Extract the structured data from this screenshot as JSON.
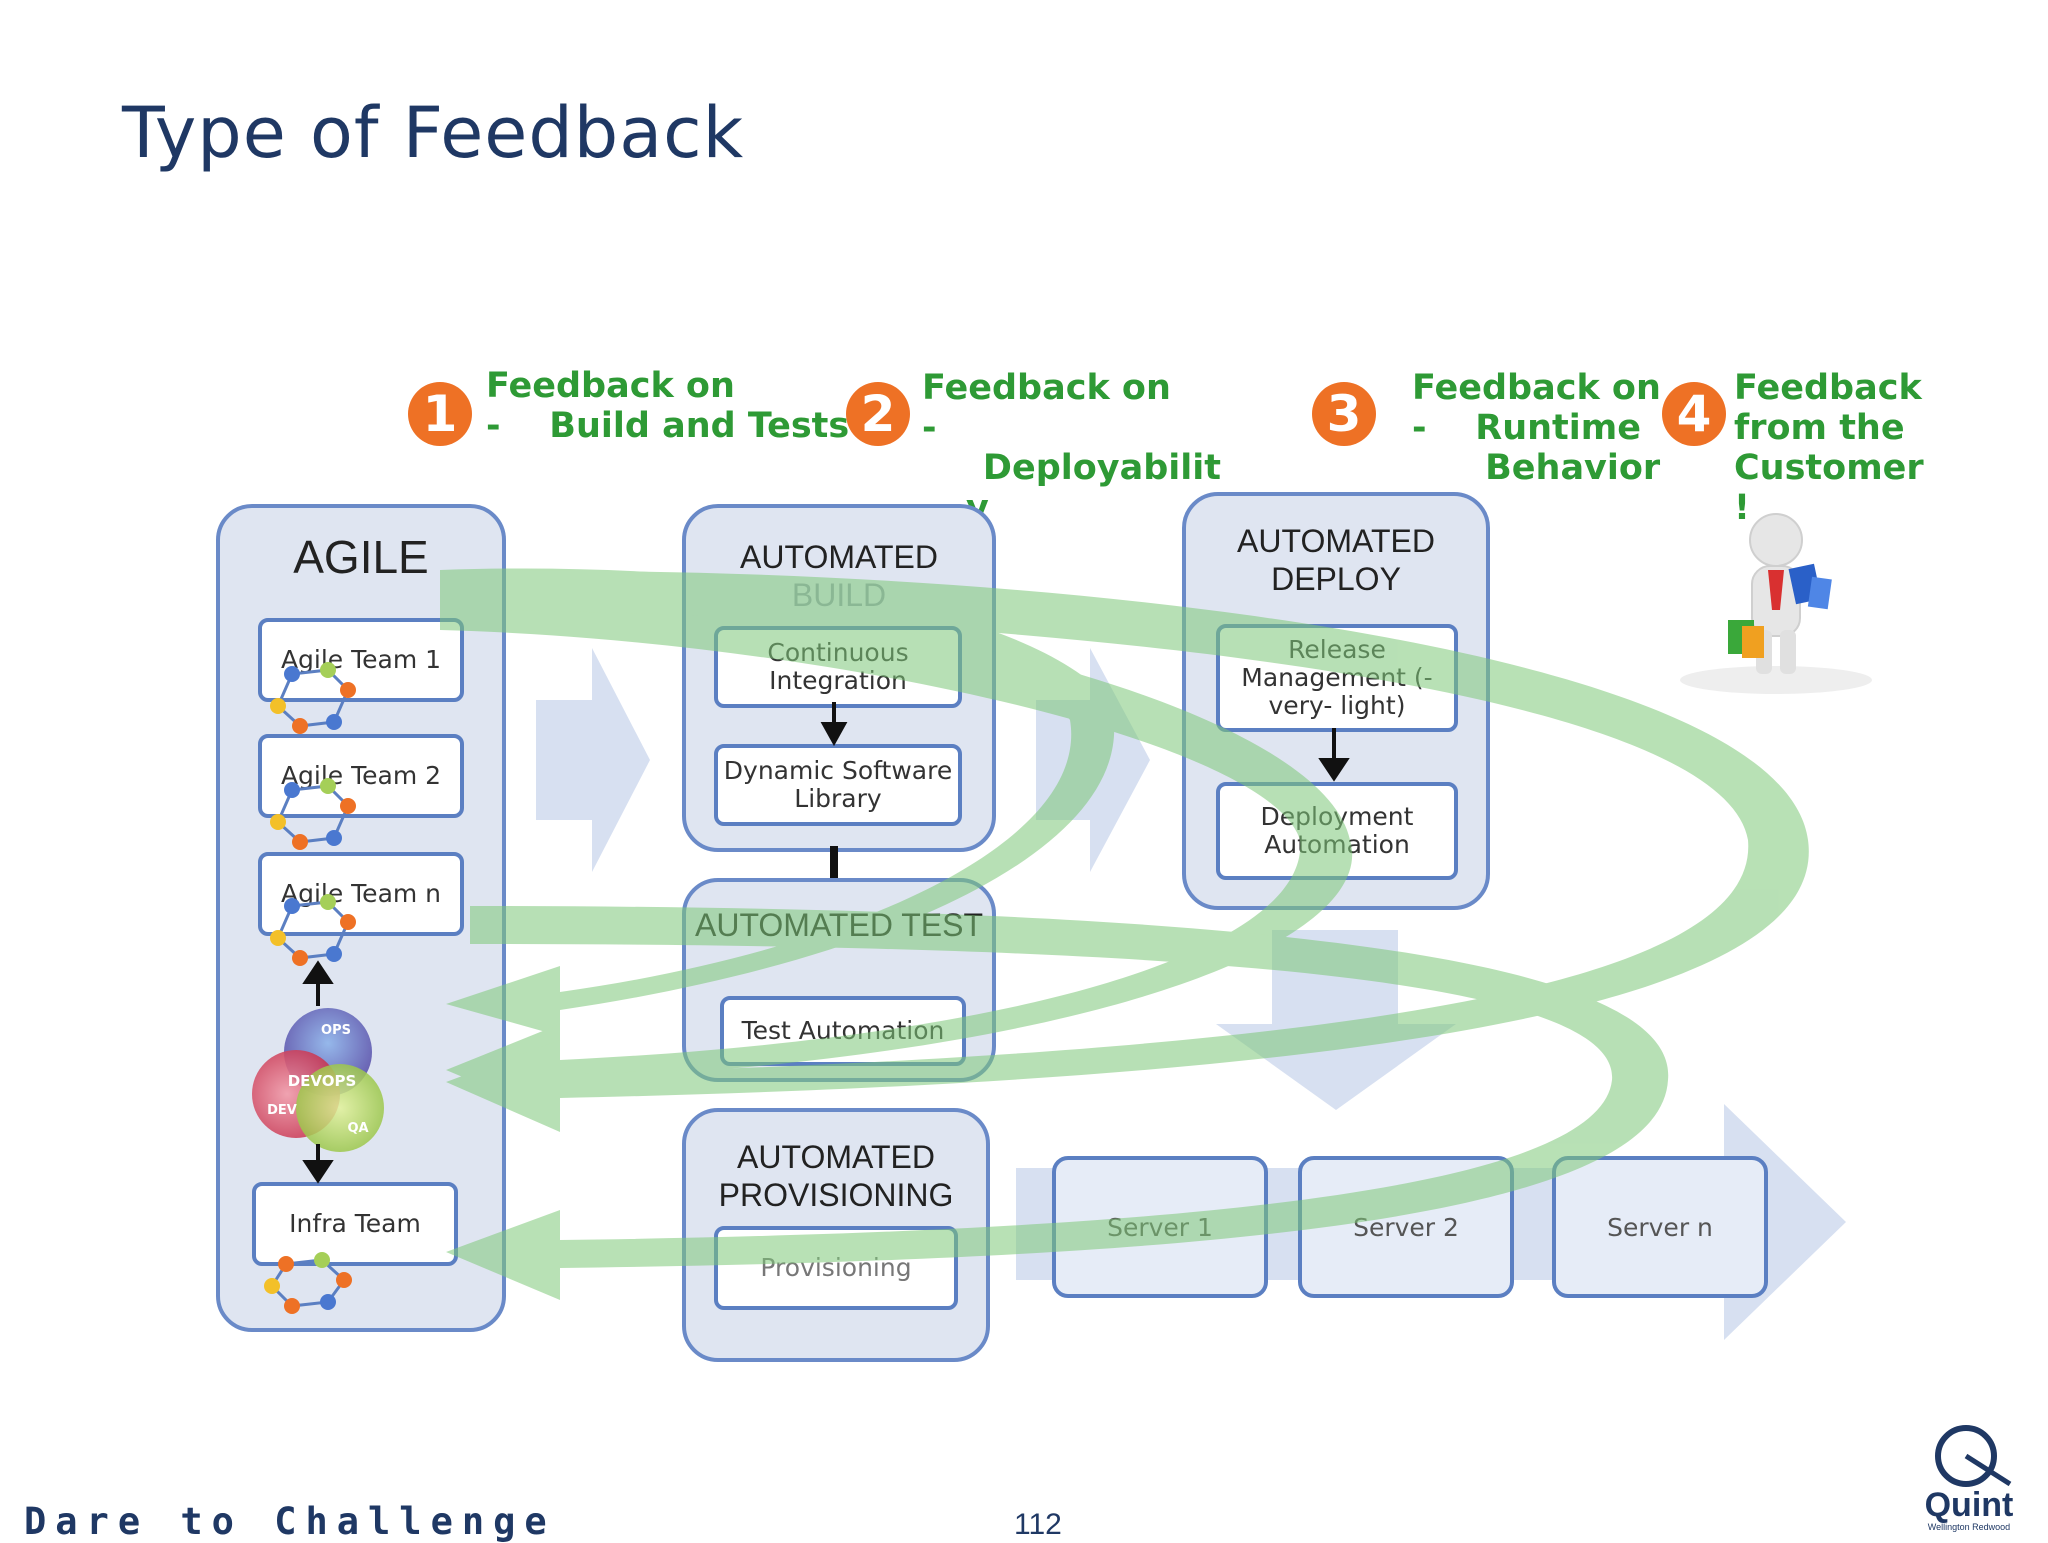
{
  "slide": {
    "title": "Type of Feedback"
  },
  "feedback": [
    {
      "number": "1",
      "lines": [
        "Feedback on",
        "-    Build and Tests"
      ]
    },
    {
      "number": "2",
      "lines": [
        "Feedback on",
        "-",
        "     Deployabilit",
        "y"
      ]
    },
    {
      "number": "3",
      "lines": [
        "Feedback on",
        "-    Runtime",
        "      Behavior"
      ]
    },
    {
      "number": "4",
      "lines": [
        "Feedback",
        "from the",
        "Customer",
        "!"
      ]
    }
  ],
  "agile": {
    "header": "AGILE",
    "teams": [
      "Agile Team 1",
      "Agile Team 2",
      "Agile Team n"
    ],
    "devops": {
      "ops": "OPS",
      "devops": "DEVOPS",
      "dev": "DEV",
      "qa": "QA"
    },
    "infra": "Infra Team"
  },
  "build": {
    "header": [
      "AUTOMATED",
      "BUILD"
    ],
    "ci": "Continuous Integration",
    "lib": "Dynamic Software Library"
  },
  "test": {
    "header": "AUTOMATED TEST",
    "automation": "Test Automation"
  },
  "deploy": {
    "header": [
      "AUTOMATED",
      "DEPLOY"
    ],
    "release": "Release Management (-very- light)",
    "automation": "Deployment Automation"
  },
  "provisioning": {
    "header": [
      "AUTOMATED",
      "PROVISIONING"
    ],
    "box": "Provisioning"
  },
  "servers": [
    "Server 1",
    "Server 2",
    "Server n"
  ],
  "footer": {
    "tagline": "Dare to Challenge",
    "page": "112",
    "logo": "Quint",
    "logo_sub": "Wellington Redwood"
  },
  "colors": {
    "title": "#1f3864",
    "feedback_text": "#2e9a35",
    "badge": "#ee7125",
    "column_border": "#6a8ac8",
    "arrow_green": "#8fd08a",
    "arrow_blue": "#c9d5ec"
  }
}
